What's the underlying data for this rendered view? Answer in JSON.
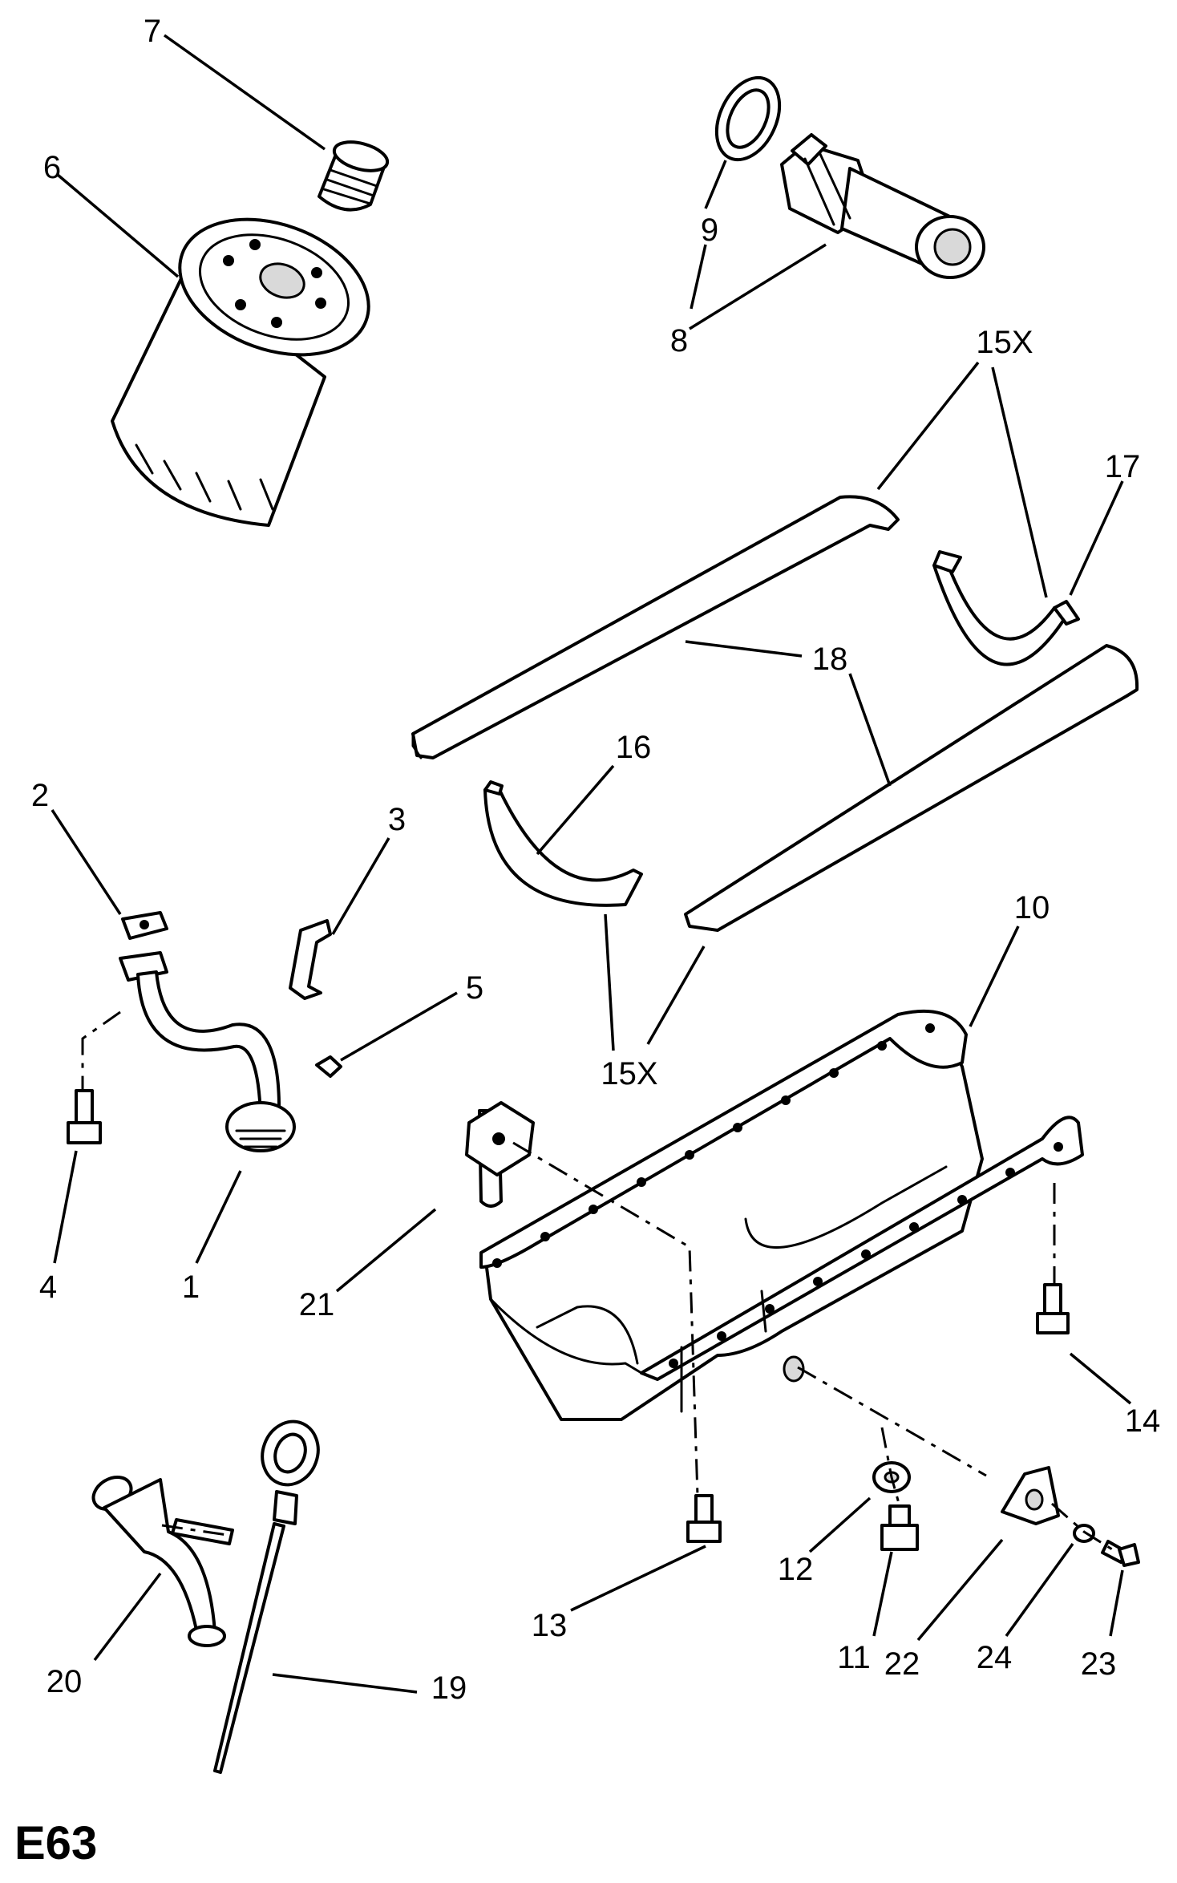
{
  "figure": {
    "code": "E63",
    "callouts": [
      "1",
      "2",
      "3",
      "4",
      "5",
      "6",
      "7",
      "8",
      "9",
      "10",
      "11",
      "12",
      "13",
      "14",
      "15X",
      "16",
      "17",
      "18",
      "19",
      "20",
      "21",
      "22",
      "23",
      "24"
    ]
  }
}
